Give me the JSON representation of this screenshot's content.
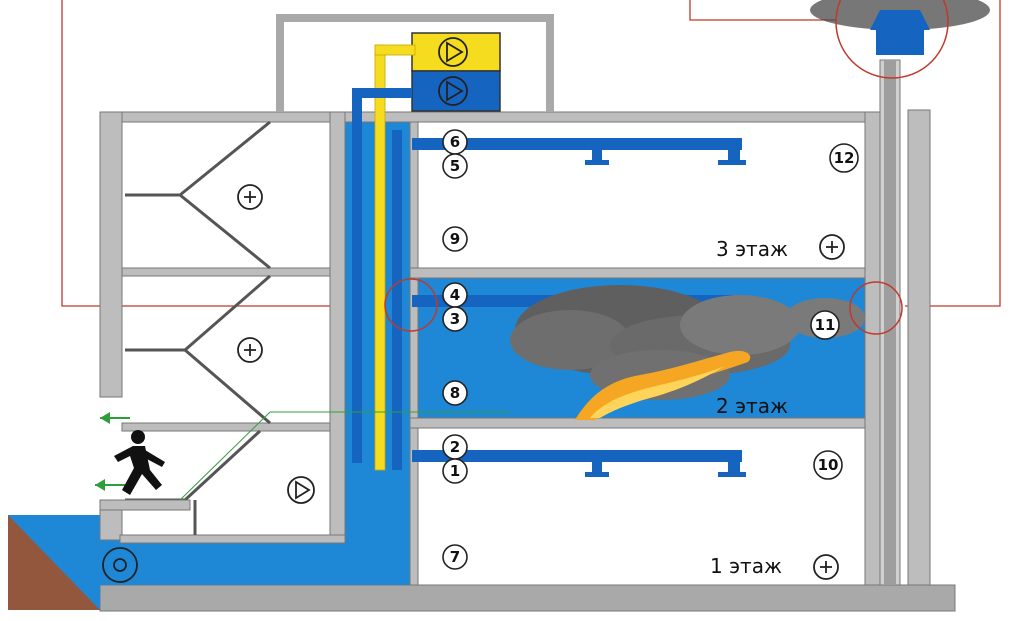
{
  "floors": {
    "first": "1 этаж",
    "second": "2 этаж",
    "third": "3 этаж"
  },
  "markers": {
    "m1": "1",
    "m2": "2",
    "m3": "3",
    "m4": "4",
    "m5": "5",
    "m6": "6",
    "m7": "7",
    "m8": "8",
    "m9": "9",
    "m10": "10",
    "m11": "11",
    "m12": "12"
  },
  "colors": {
    "air_blue": "#1e88d6",
    "duct_blue": "#1565c0",
    "duct_yellow": "#f5dc1e",
    "wall_gray": "#a9a9a9",
    "smoke": "#6b6b6b",
    "fire": "#f5a623",
    "signal_red": "#c0392b",
    "exit_green": "#2e9e3a"
  },
  "icons": {
    "pressure": "plus-circle-icon",
    "fan": "fan-icon",
    "exit_person": "running-person-icon"
  }
}
